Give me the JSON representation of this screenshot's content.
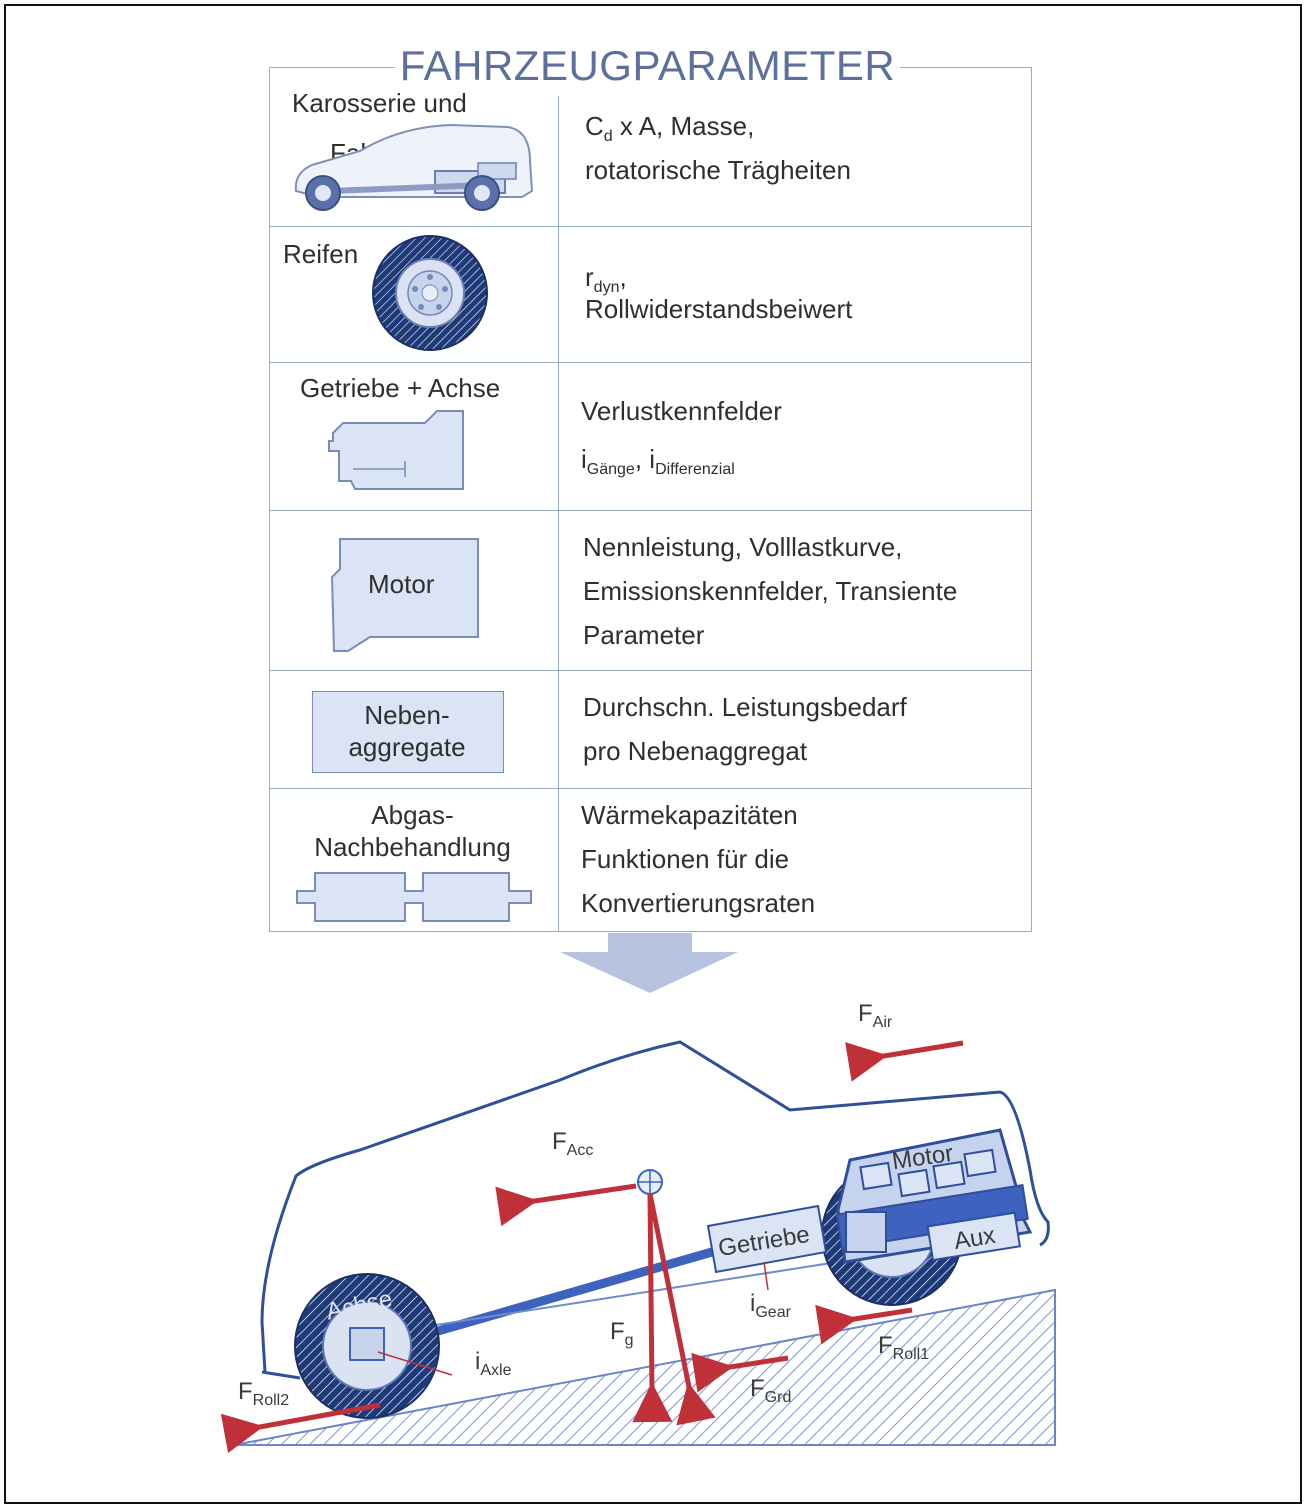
{
  "title": "FAHRZEUGPARAMETER",
  "rows": [
    {
      "component": "Karosserie und Fahrwerk",
      "component_l1": "Karosserie und",
      "component_l2": "Fahrwerk",
      "params_l1_main": "C",
      "params_l1_sub": "d",
      "params_l1_rest": " x A, Masse,",
      "params_l2": "rotatorische Trägheiten"
    },
    {
      "component": "Reifen",
      "params_l1_main": "r",
      "params_l1_sub": "dyn",
      "params_l1_rest": ",",
      "params_l2": "Rollwiderstandsbeiwert"
    },
    {
      "component": "Getriebe + Achse",
      "params_l1": "Verlustkennfelder",
      "params_l2_a_main": "i",
      "params_l2_a_sub": "Gänge",
      "params_l2_sep": ", ",
      "params_l2_b_main": "i",
      "params_l2_b_sub": "Differenzial"
    },
    {
      "component": "Motor",
      "params_l1": "Nennleistung, Volllastkurve,",
      "params_l2": "Emissionskennfelder, Transiente",
      "params_l3": "Parameter"
    },
    {
      "component": "Neben- aggregate",
      "component_l1": "Neben-",
      "component_l2": "aggregate",
      "params_l1": "Durchschn. Leistungsbedarf",
      "params_l2": "pro Nebenaggregat"
    },
    {
      "component": "Abgas- Nachbehandlung",
      "component_l1": "Abgas-",
      "component_l2": "Nachbehandlung",
      "params_l1": "Wärmekapazitäten",
      "params_l2": "Funktionen für die",
      "params_l3": "Konvertierungsraten"
    }
  ],
  "vehicle_diagram": {
    "labels": {
      "motor": "Motor",
      "aux": "Aux",
      "getriebe": "Getriebe",
      "achse": "Achse",
      "f_air": {
        "main": "F",
        "sub": "Air"
      },
      "f_acc": {
        "main": "F",
        "sub": "Acc"
      },
      "f_g": {
        "main": "F",
        "sub": "g"
      },
      "f_grd": {
        "main": "F",
        "sub": "Grd"
      },
      "f_roll1": {
        "main": "F",
        "sub": "Roll1"
      },
      "f_roll2": {
        "main": "F",
        "sub": "Roll2"
      },
      "i_gear": {
        "main": "i",
        "sub": "Gear"
      },
      "i_axle": {
        "main": "i",
        "sub": "Axle"
      }
    },
    "colors": {
      "force_arrow": "#c03038",
      "outline": "#2f4f9a",
      "fill": "#dbe4f4",
      "shaft": "#3d63bf"
    }
  }
}
